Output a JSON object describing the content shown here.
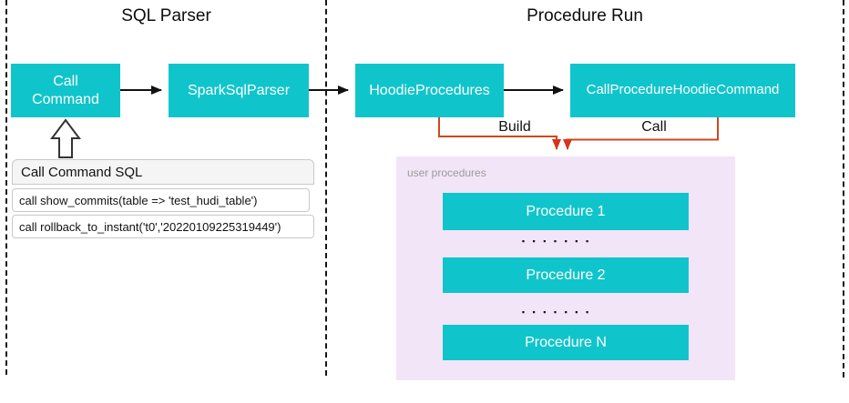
{
  "titles": {
    "left": "SQL Parser",
    "right": "Procedure Run"
  },
  "nodes": {
    "call_command": "Call\nCommand",
    "spark_sql_parser": "SparkSqlParser",
    "hoodie_procedures": "HoodieProcedures",
    "call_procedure_hoodie_command": "CallProcedureHoodieCommand"
  },
  "sql_panel": {
    "header": "Call Command SQL",
    "rows": [
      "call show_commits(table => 'test_hudi_table')",
      "call rollback_to_instant('t0','20220109225319449')"
    ]
  },
  "edges": {
    "build_label": "Build",
    "call_label": "Call"
  },
  "procedures_panel": {
    "label": "user procedures",
    "items": [
      "Procedure 1",
      "Procedure 2",
      "Procedure N"
    ],
    "dots": "▪ ▪ ▪ ▪ ▪ ▪ ▪"
  },
  "colors": {
    "node-fill": "#0fc5cb",
    "panel-fill": "#f2e5f7",
    "connector-orange": "#cc4a1d",
    "arrow-red": "#d8341c",
    "table-header-bg": "#f5f5f5",
    "table-border": "#c9c9c9",
    "muted-text": "#9b9b9b"
  }
}
